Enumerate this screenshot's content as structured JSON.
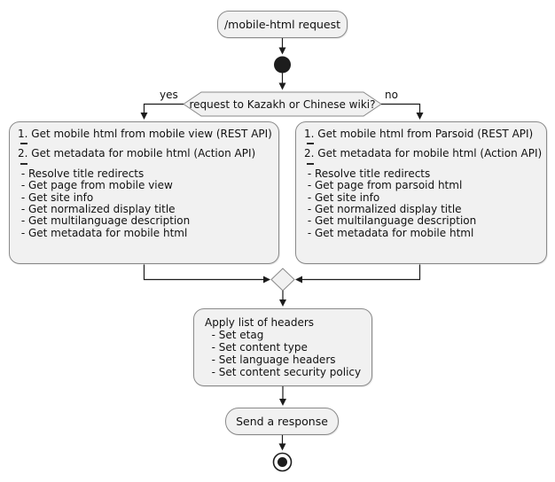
{
  "diagram": {
    "kind": "activity-flowchart",
    "request_node": "/mobile-html request",
    "decision": {
      "question": "request to Kazakh or Chinese wiki?",
      "yes_label": "yes",
      "no_label": "no"
    },
    "left_branch": {
      "items": [
        {
          "t": "text",
          "v": "1. Get mobile html from mobile view (REST API)"
        },
        {
          "t": "sep"
        },
        {
          "t": "text",
          "v": "2. Get metadata for mobile html (Action API)"
        },
        {
          "t": "sep"
        },
        {
          "t": "text",
          "v": " - Resolve title redirects"
        },
        {
          "t": "text",
          "v": " - Get page from mobile view"
        },
        {
          "t": "text",
          "v": " - Get site info"
        },
        {
          "t": "text",
          "v": " - Get normalized display title"
        },
        {
          "t": "text",
          "v": " - Get multilanguage description"
        },
        {
          "t": "text",
          "v": " - Get metadata for mobile html"
        }
      ]
    },
    "right_branch": {
      "items": [
        {
          "t": "text",
          "v": "1. Get mobile html from Parsoid (REST API)"
        },
        {
          "t": "sep"
        },
        {
          "t": "text",
          "v": "2. Get metadata for mobile html (Action API)"
        },
        {
          "t": "sep"
        },
        {
          "t": "text",
          "v": " - Resolve title redirects"
        },
        {
          "t": "text",
          "v": " - Get page from parsoid html"
        },
        {
          "t": "text",
          "v": " - Get site info"
        },
        {
          "t": "text",
          "v": " - Get normalized display title"
        },
        {
          "t": "text",
          "v": " - Get multilanguage description"
        },
        {
          "t": "text",
          "v": " - Get metadata for mobile html"
        }
      ]
    },
    "headers_node": {
      "items": [
        {
          "t": "text",
          "v": "Apply list of headers"
        },
        {
          "t": "text",
          "v": "  - Set etag"
        },
        {
          "t": "text",
          "v": "  - Set content type"
        },
        {
          "t": "text",
          "v": "  - Set language headers"
        },
        {
          "t": "text",
          "v": "  - Set content security policy"
        }
      ]
    },
    "send_node": "Send a response"
  },
  "colors": {
    "node_fill": "#f1f1f1",
    "node_border": "#8a8a8a",
    "connector": "#1c1c1c",
    "text": "#111111",
    "background": "#ffffff"
  }
}
